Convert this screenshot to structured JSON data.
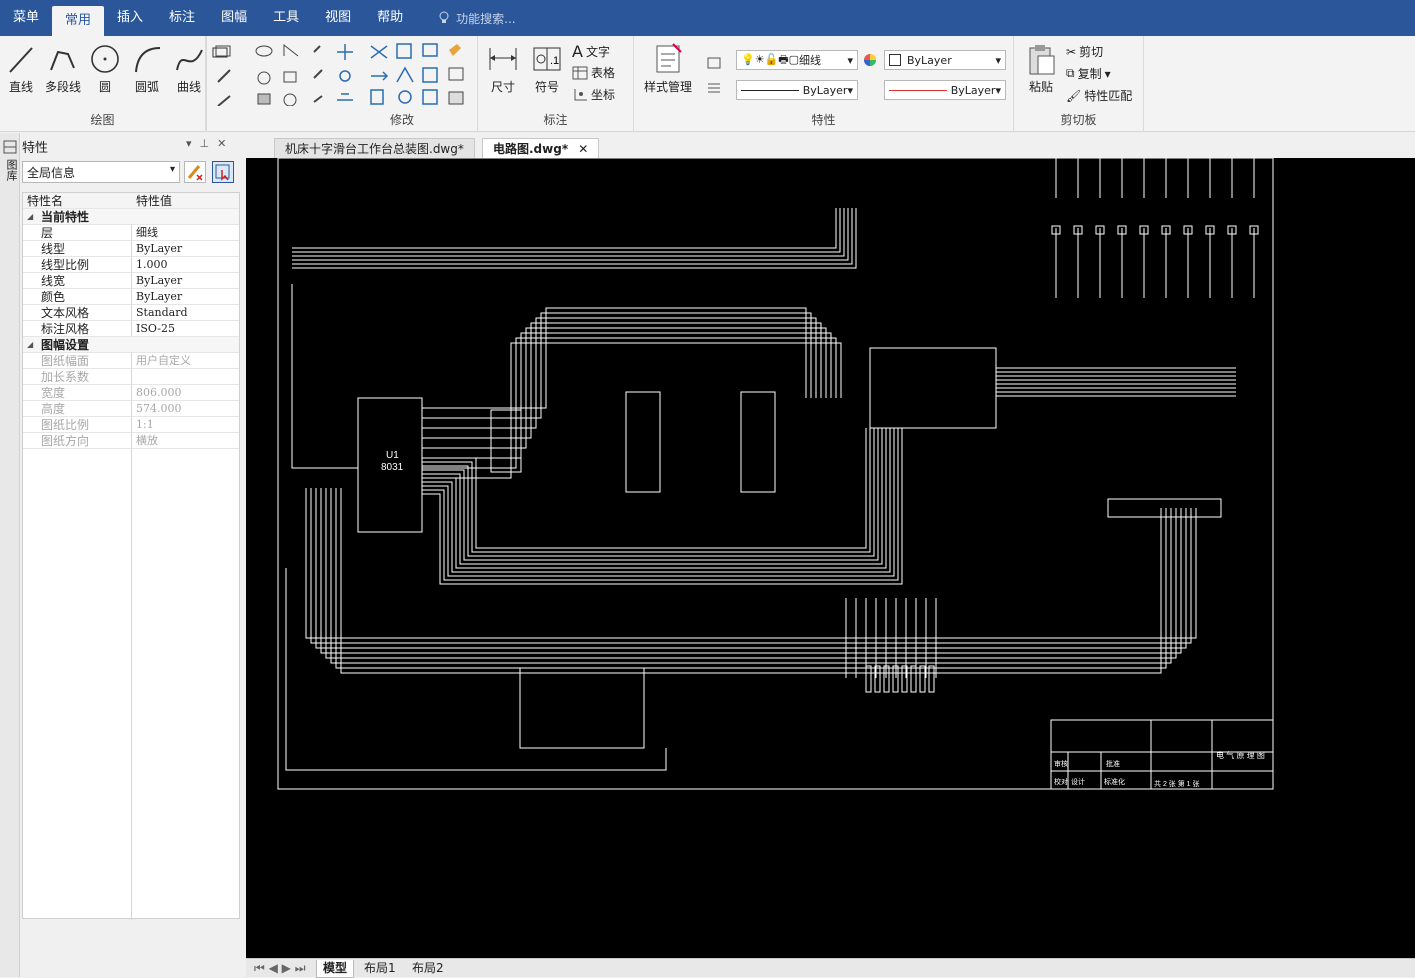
{
  "menubar": {
    "tabs": [
      "菜单",
      "常用",
      "插入",
      "标注",
      "图幅",
      "工具",
      "视图",
      "帮助"
    ],
    "active": "常用",
    "search_placeholder": "功能搜索..."
  },
  "ribbon": {
    "draw": {
      "label": "绘图",
      "line": "直线",
      "polyline": "多段线",
      "circle": "圆",
      "arc": "圆弧",
      "curve": "曲线"
    },
    "modify": {
      "label": "修改"
    },
    "annotate": {
      "label": "标注",
      "dimension": "尺寸",
      "symbol": "符号",
      "text": "文字",
      "table": "表格",
      "coordinate": "坐标"
    },
    "properties": {
      "label": "特性",
      "style_manager": "样式管理",
      "layer": "细线",
      "color": "ByLayer",
      "linetype": "ByLayer",
      "lineweight": "ByLayer"
    },
    "clipboard": {
      "label": "剪切板",
      "paste": "粘贴",
      "cut": "剪切",
      "copy": "复制",
      "match": "特性匹配"
    }
  },
  "colors": {
    "accent": "#2b579a",
    "canvas": "#000000",
    "layer_red": "#e03030"
  },
  "panel": {
    "title": "特性",
    "strip_label": "图库",
    "dropdown": "全局信息",
    "header": {
      "name": "特性名",
      "value": "特性值"
    },
    "rows": [
      {
        "k": "当前特性",
        "v": "",
        "cat": true
      },
      {
        "k": "层",
        "v": "细线"
      },
      {
        "k": "线型",
        "v": "ByLayer"
      },
      {
        "k": "线型比例",
        "v": "1.000"
      },
      {
        "k": "线宽",
        "v": "ByLayer"
      },
      {
        "k": "颜色",
        "v": "ByLayer"
      },
      {
        "k": "文本风格",
        "v": "Standard"
      },
      {
        "k": "标注风格",
        "v": "ISO-25"
      },
      {
        "k": "图幅设置",
        "v": "",
        "cat": true
      },
      {
        "k": "图纸幅面",
        "v": "用户自定义",
        "dis": true
      },
      {
        "k": "加长系数",
        "v": "",
        "dis": true
      },
      {
        "k": "宽度",
        "v": "806.000",
        "dis": true
      },
      {
        "k": "高度",
        "v": "574.000",
        "dis": true
      },
      {
        "k": "图纸比例",
        "v": "1:1",
        "dis": true
      },
      {
        "k": "图纸方向",
        "v": "横放",
        "dis": true
      }
    ]
  },
  "doc_tabs": [
    "机床十字滑台工作台总装图.dwg*",
    "电路图.dwg*"
  ],
  "drawing": {
    "chip_label": "U1",
    "chip_model": "8031",
    "title_block": "电 气 原 理 图",
    "tb_cells": [
      "审核",
      "批准",
      "校对",
      "设计",
      "标准化"
    ],
    "tb_sheet": "共 2 张  第 1 张"
  },
  "layout_tabs": [
    "模型",
    "布局1",
    "布局2"
  ]
}
